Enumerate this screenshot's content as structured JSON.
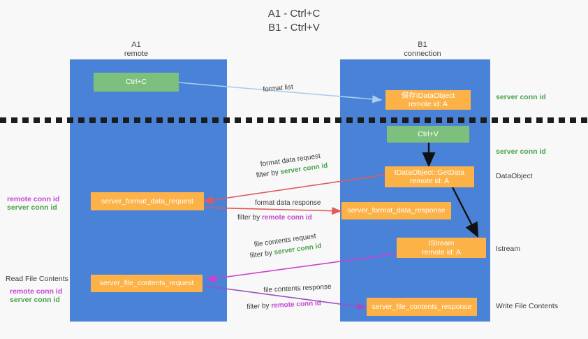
{
  "title": "A1 - Ctrl+C\nB1 - Ctrl+V",
  "columns": [
    {
      "name": "A1",
      "sub": "remote"
    },
    {
      "name": "B1",
      "sub": "connection"
    }
  ],
  "boxes": {
    "ctrl_c": "Ctrl+C",
    "save_idataobject": "保存IDataObject\nremote id: A",
    "ctrl_v": "Ctrl+V",
    "getdata": "IDataObject::GetData\nremote id: A",
    "server_format_data_request": "server_format_data_request",
    "server_format_data_response": "server_format_data_response",
    "istream": "IStream\nremote id: A",
    "server_file_contents_request": "server_file_contents_request",
    "server_file_contents_response": "server_file_contents_response"
  },
  "flows": {
    "format_list": "format list",
    "format_data_request": "format data request",
    "format_data_request_filter_prefix": "filter by ",
    "format_data_request_filter_value": "server conn id",
    "format_data_response": "format data response",
    "format_data_response_filter_prefix": "filter by ",
    "format_data_response_filter_value": "remote conn id",
    "file_contents_request": "file contents request",
    "file_contents_request_filter_prefix": "filter by ",
    "file_contents_request_filter_value": "server conn id",
    "file_contents_response": "file contents response",
    "file_contents_response_filter_prefix": "filter by ",
    "file_contents_response_filter_value": "remote conn id"
  },
  "right_labels": {
    "server_conn_id_top": "server conn id",
    "server_conn_id_mid": "server conn id",
    "dataobject": "DataObject",
    "istream": "Istream",
    "write_file_contents": "Write File Contents"
  },
  "left_labels": {
    "remote_conn_id_1": "remote conn id",
    "server_conn_id_1": "server conn id",
    "read_file_contents": "Read File Contents",
    "remote_conn_id_2": "remote conn id",
    "server_conn_id_2": "server conn id"
  },
  "colors": {
    "lane": "#4a82d8",
    "green_box": "#7dc07d",
    "orange_box": "#fcb247",
    "arrow_blue": "#a8cdf0",
    "arrow_red": "#e05a5a",
    "arrow_magenta": "#cc3fd0",
    "arrow_purple": "#9b51c0",
    "arrow_black": "#111111",
    "conn_green": "#4aa24a",
    "conn_purple": "#c44ad0",
    "background": "#f8f8f8"
  }
}
